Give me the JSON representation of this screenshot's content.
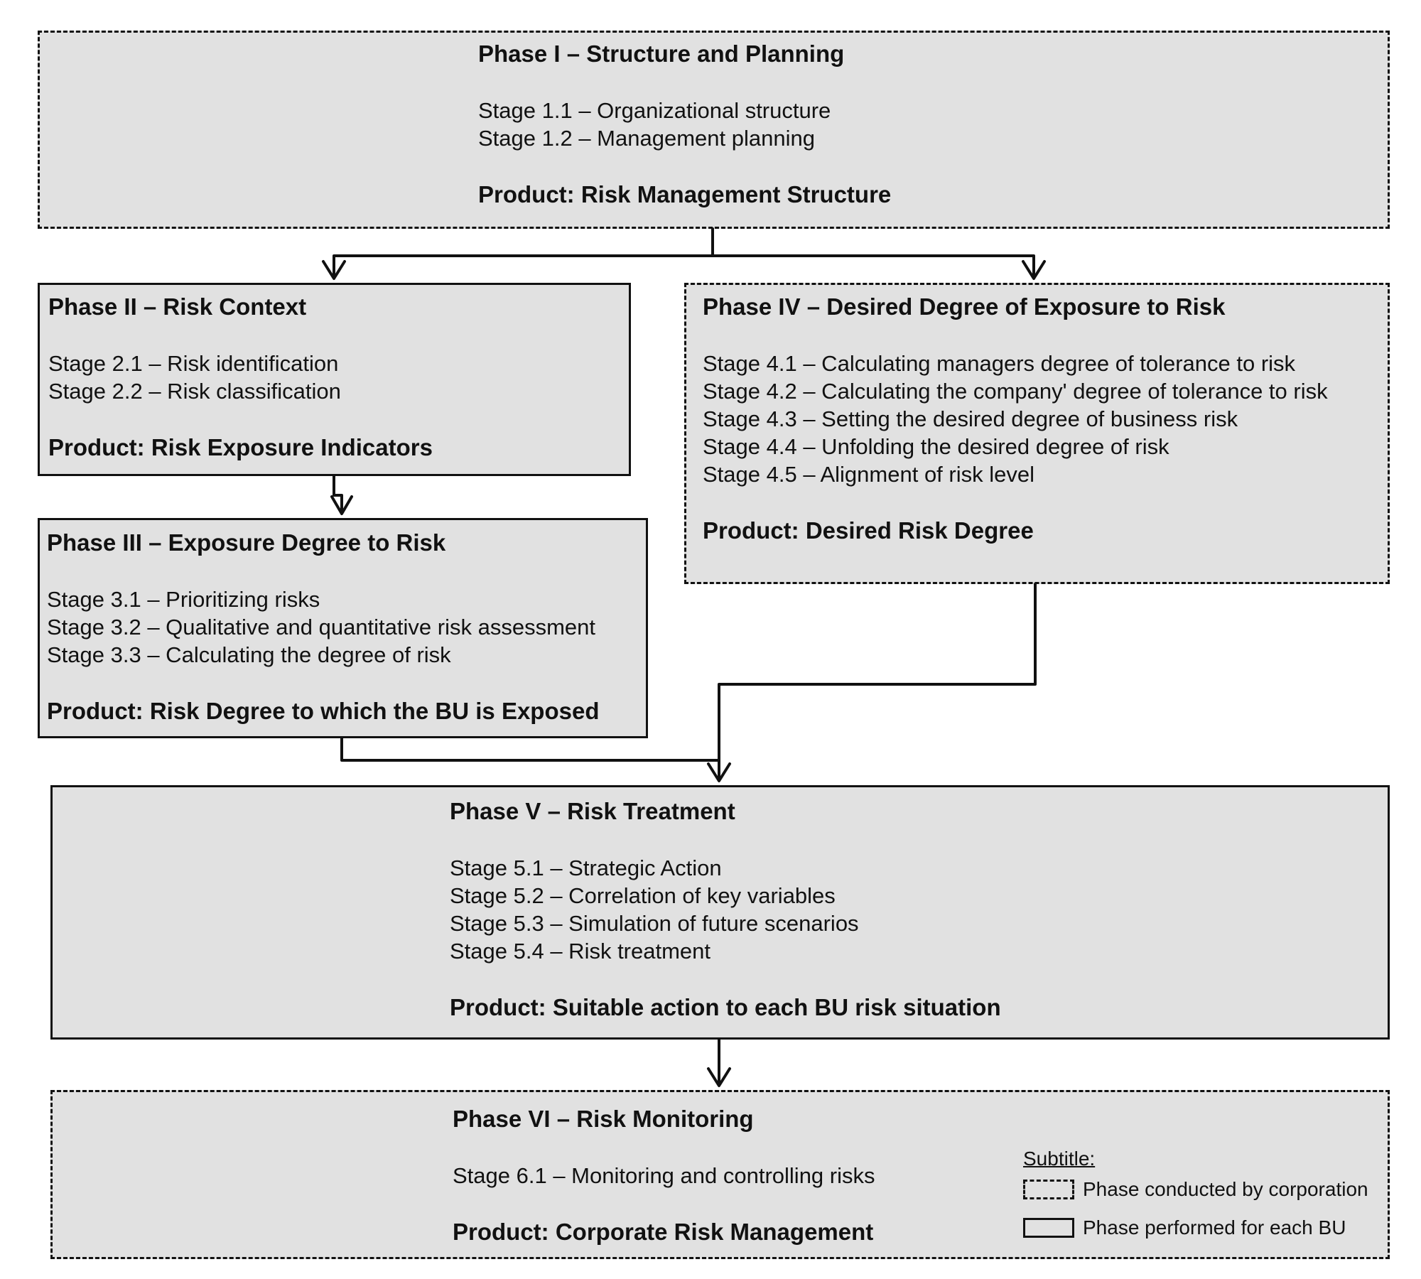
{
  "phases": {
    "phase1": {
      "title": "Phase I – Structure and Planning",
      "stages": [
        "Stage 1.1 – Organizational structure",
        "Stage 1.2 – Management planning"
      ],
      "product": "Product: Risk Management Structure"
    },
    "phase2": {
      "title": "Phase II – Risk Context",
      "stages": [
        "Stage 2.1 – Risk identification",
        "Stage 2.2 – Risk classification"
      ],
      "product": "Product: Risk Exposure Indicators"
    },
    "phase3": {
      "title": "Phase III – Exposure Degree to Risk",
      "stages": [
        "Stage 3.1 – Prioritizing risks",
        "Stage 3.2 – Qualitative and quantitative risk assessment",
        "Stage 3.3 – Calculating the degree of risk"
      ],
      "product": "Product: Risk Degree to which the BU is Exposed"
    },
    "phase4": {
      "title": "Phase IV – Desired Degree of Exposure to Risk",
      "stages": [
        "Stage 4.1 – Calculating managers degree of tolerance to risk",
        "Stage 4.2 – Calculating the company' degree of tolerance to risk",
        "Stage 4.3 – Setting the desired degree of business risk",
        "Stage 4.4 – Unfolding the desired degree of risk",
        "Stage 4.5 – Alignment of risk level"
      ],
      "product": "Product: Desired Risk Degree"
    },
    "phase5": {
      "title": "Phase V – Risk Treatment",
      "stages": [
        "Stage 5.1 – Strategic Action",
        "Stage 5.2 – Correlation of key variables",
        "Stage 5.3 – Simulation of future scenarios",
        "Stage 5.4 – Risk treatment"
      ],
      "product": "Product: Suitable action to each BU risk situation"
    },
    "phase6": {
      "title": "Phase VI – Risk Monitoring",
      "stages": [
        "Stage 6.1 – Monitoring and controlling risks"
      ],
      "product": "Product: Corporate Risk Management"
    }
  },
  "legend": {
    "title": "Subtitle:",
    "dashed_label": "Phase conducted by corporation",
    "solid_label": "Phase performed for each BU"
  },
  "colors": {
    "box_fill": "#e1e1e1",
    "line": "#111111"
  }
}
